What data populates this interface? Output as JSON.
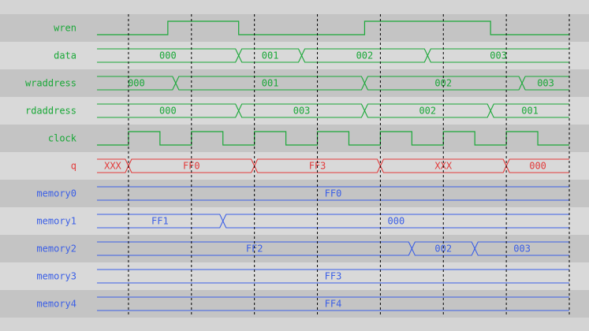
{
  "colors": {
    "row_dark": "#c4c4c4",
    "row_light": "#d9d9d9",
    "green": "#1aa838",
    "red": "#e23b3b",
    "blue": "#3b5fe6",
    "grid": "#000000"
  },
  "time": {
    "start": 0,
    "end": 15,
    "cycle_marks": [
      1,
      3,
      5,
      7,
      9,
      11,
      13,
      15
    ]
  },
  "signals": [
    {
      "name": "wren",
      "color": "green",
      "kind": "bit",
      "steps": [
        [
          0,
          0
        ],
        [
          2.25,
          1
        ],
        [
          4.5,
          0
        ],
        [
          8.5,
          1
        ],
        [
          12.5,
          0
        ]
      ]
    },
    {
      "name": "data",
      "color": "green",
      "kind": "bus",
      "segments": [
        {
          "from": 0,
          "to": 4.5,
          "label": "000"
        },
        {
          "from": 4.5,
          "to": 6.5,
          "label": "001"
        },
        {
          "from": 6.5,
          "to": 10.5,
          "label": "002"
        },
        {
          "from": 10.5,
          "to": 15,
          "label": "003"
        }
      ]
    },
    {
      "name": "wraddress",
      "color": "green",
      "kind": "bus",
      "segments": [
        {
          "from": 0,
          "to": 2.5,
          "label": "000"
        },
        {
          "from": 2.5,
          "to": 8.5,
          "label": "001"
        },
        {
          "from": 8.5,
          "to": 13.5,
          "label": "002"
        },
        {
          "from": 13.5,
          "to": 15,
          "label": "003"
        }
      ]
    },
    {
      "name": "rdaddress",
      "color": "green",
      "kind": "bus",
      "segments": [
        {
          "from": 0,
          "to": 4.5,
          "label": "000"
        },
        {
          "from": 4.5,
          "to": 8.5,
          "label": "003"
        },
        {
          "from": 8.5,
          "to": 12.5,
          "label": "002"
        },
        {
          "from": 12.5,
          "to": 15,
          "label": "001"
        }
      ]
    },
    {
      "name": "clock",
      "color": "green",
      "kind": "bit",
      "steps": [
        [
          0,
          0
        ],
        [
          1,
          1
        ],
        [
          2,
          0
        ],
        [
          3,
          1
        ],
        [
          4,
          0
        ],
        [
          5,
          1
        ],
        [
          6,
          0
        ],
        [
          7,
          1
        ],
        [
          8,
          0
        ],
        [
          9,
          1
        ],
        [
          10,
          0
        ],
        [
          11,
          1
        ],
        [
          12,
          0
        ],
        [
          13,
          1
        ],
        [
          14,
          0
        ]
      ]
    },
    {
      "name": "q",
      "color": "red",
      "kind": "bus",
      "segments": [
        {
          "from": 0,
          "to": 1,
          "label": "XXX"
        },
        {
          "from": 1,
          "to": 5,
          "label": "FF0"
        },
        {
          "from": 5,
          "to": 9,
          "label": "FF3"
        },
        {
          "from": 9,
          "to": 13,
          "label": "XXX"
        },
        {
          "from": 13,
          "to": 15,
          "label": "000"
        }
      ]
    },
    {
      "name": "memory0",
      "color": "blue",
      "kind": "bus",
      "segments": [
        {
          "from": 0,
          "to": 15,
          "label": "FF0"
        }
      ]
    },
    {
      "name": "memory1",
      "color": "blue",
      "kind": "bus",
      "segments": [
        {
          "from": 0,
          "to": 4,
          "label": "FF1"
        },
        {
          "from": 4,
          "to": 15,
          "label": "000"
        }
      ]
    },
    {
      "name": "memory2",
      "color": "blue",
      "kind": "bus",
      "segments": [
        {
          "from": 0,
          "to": 10,
          "label": "FF2"
        },
        {
          "from": 10,
          "to": 12,
          "label": "002"
        },
        {
          "from": 12,
          "to": 15,
          "label": "003"
        }
      ]
    },
    {
      "name": "memory3",
      "color": "blue",
      "kind": "bus",
      "segments": [
        {
          "from": 0,
          "to": 15,
          "label": "FF3"
        }
      ]
    },
    {
      "name": "memory4",
      "color": "blue",
      "kind": "bus",
      "segments": [
        {
          "from": 0,
          "to": 15,
          "label": "FF4"
        }
      ]
    }
  ]
}
